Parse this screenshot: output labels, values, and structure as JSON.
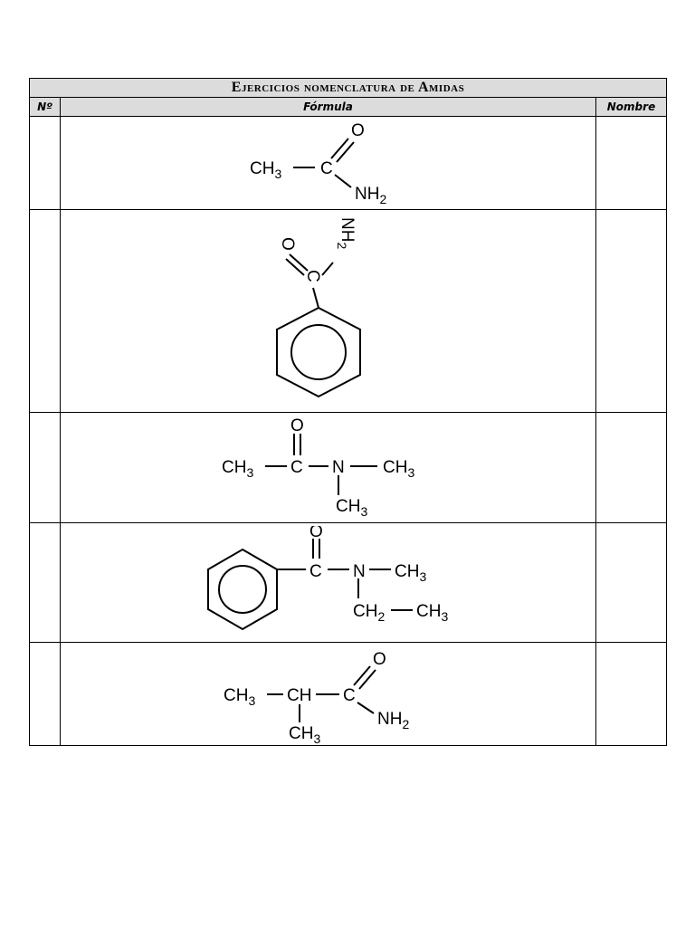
{
  "sheet": {
    "title": "Ejercicios nomenclatura de Amidas",
    "headers": {
      "number": "Nº",
      "formula": "Fórmula",
      "name": "Nombre"
    },
    "rows": [
      {
        "number": "",
        "name": "",
        "labels": {
          "ch3": "CH3",
          "c": "C",
          "o": "O",
          "nh2": "NH2"
        }
      },
      {
        "number": "",
        "name": "",
        "labels": {
          "c": "C",
          "o": "O",
          "nh2": "NH2"
        }
      },
      {
        "number": "",
        "name": "",
        "labels": {
          "ch3a": "CH3",
          "c": "C",
          "o": "O",
          "n": "N",
          "ch3b": "CH3",
          "ch3c": "CH3"
        }
      },
      {
        "number": "",
        "name": "",
        "labels": {
          "c": "C",
          "o": "O",
          "n": "N",
          "ch3": "CH3",
          "ch2": "CH2",
          "ch3b": "CH3"
        }
      },
      {
        "number": "",
        "name": "",
        "labels": {
          "ch3a": "CH3",
          "ch": "CH",
          "c": "C",
          "o": "O",
          "nh2": "NH2",
          "ch3b": "CH3"
        }
      }
    ]
  }
}
